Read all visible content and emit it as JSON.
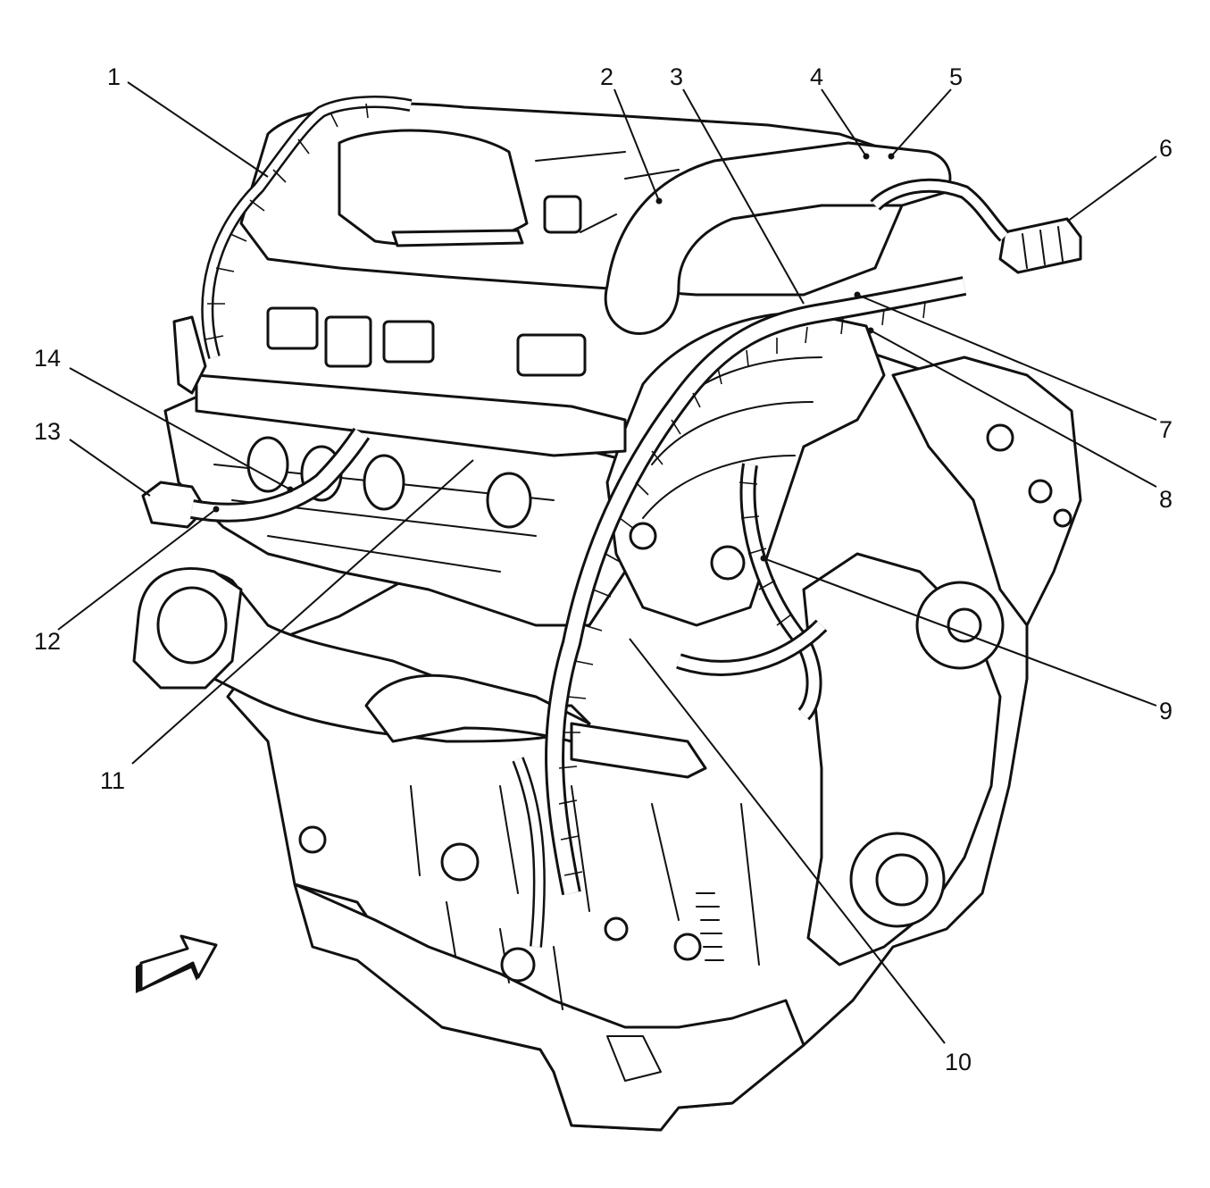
{
  "callouts": [
    {
      "id": "1",
      "label": "1"
    },
    {
      "id": "2",
      "label": "2"
    },
    {
      "id": "3",
      "label": "3"
    },
    {
      "id": "4",
      "label": "4"
    },
    {
      "id": "5",
      "label": "5"
    },
    {
      "id": "6",
      "label": "6"
    },
    {
      "id": "7",
      "label": "7"
    },
    {
      "id": "8",
      "label": "8"
    },
    {
      "id": "9",
      "label": "9"
    },
    {
      "id": "10",
      "label": "10"
    },
    {
      "id": "11",
      "label": "11"
    },
    {
      "id": "12",
      "label": "12"
    },
    {
      "id": "13",
      "label": "13"
    },
    {
      "id": "14",
      "label": "14"
    }
  ],
  "icons": {
    "direction_arrow": "front-direction-arrow-icon"
  },
  "colors": {
    "ink": "#111111",
    "paper": "#ffffff"
  }
}
